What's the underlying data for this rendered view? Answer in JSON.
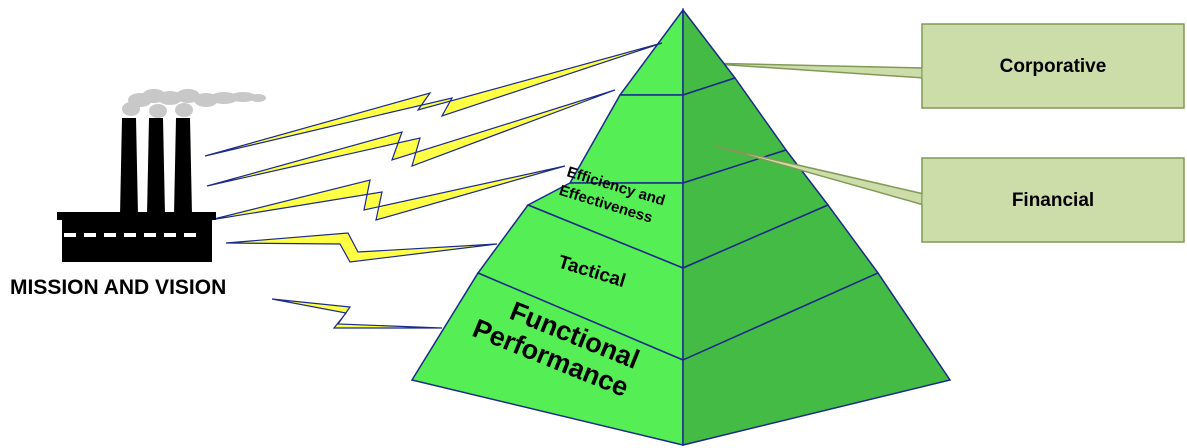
{
  "factory": {
    "caption": "MISSION AND VISION"
  },
  "pyramid": {
    "levels": [
      {
        "id": "functional",
        "lines": [
          "Functional",
          "Performance"
        ]
      },
      {
        "id": "tactical",
        "lines": [
          "Tactical"
        ]
      },
      {
        "id": "efficiency",
        "lines": [
          "Efficiency and",
          "Effectiveness"
        ]
      },
      {
        "id": "financial",
        "lines": []
      },
      {
        "id": "corporative",
        "lines": []
      }
    ]
  },
  "callouts": [
    {
      "id": "corporative",
      "text": "Corporative"
    },
    {
      "id": "financial",
      "text": "Financial"
    }
  ],
  "colors": {
    "pyramid_front": "#55ee55",
    "pyramid_side": "#44bb44",
    "pyramid_edge": "#1a2a8a",
    "callout_fill": "#ccddaa",
    "callout_edge": "#7f9a55",
    "bolt_fill": "#ffff44",
    "bolt_edge": "#1a2a8a",
    "factory": "#000000",
    "smoke": "#c8c8c8"
  }
}
